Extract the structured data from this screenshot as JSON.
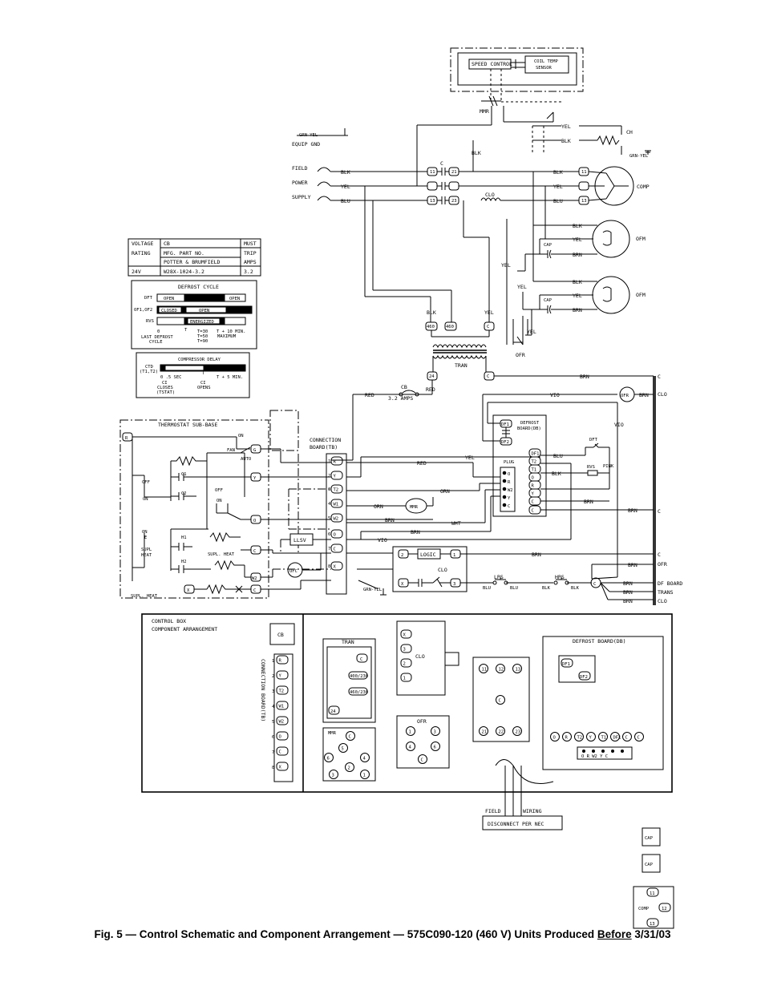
{
  "caption": {
    "prefix": "Fig. 5 — Control Schematic and Component Arrangement — 575C090-120 (460 V) Units Produced ",
    "underlined": "Before",
    "suffix": " 3/31/03"
  },
  "top": {
    "speed_control": "SPEED CONTROL",
    "coil_temp_1": "COIL TEMP",
    "coil_temp_2": "SENSOR",
    "mmr": "MMR",
    "ch": "CH",
    "grn_yel": "GRN-YEL",
    "equip_gnd": "EQUIP GND",
    "field": "FIELD",
    "power": "POWER",
    "supply": "SUPPLY",
    "comp": "COMP",
    "ofm": "OFM",
    "cap": "CAP",
    "clo": "CLO",
    "c": "C",
    "ofr": "OFR",
    "tran": "TRAN",
    "cb": "CB",
    "amps": "3.2 AMPS"
  },
  "wires": {
    "blk": "BLK",
    "yel": "YEL",
    "blu": "BLU",
    "brn": "BRN",
    "red": "RED",
    "vio": "VIO",
    "orn": "ORN",
    "wht": "WHT",
    "pink": "PINK",
    "grn_yel": "GRN-YEL"
  },
  "terminals": {
    "t11": "11",
    "t21": "21",
    "t13": "13",
    "t23": "23",
    "t460": "460",
    "t24": "24",
    "c": "C",
    "t1": "1",
    "t2": "2",
    "t3": "3",
    "t5": "5",
    "x": "X"
  },
  "cb_table": {
    "rows": [
      [
        "VOLTAGE",
        "CB",
        "MUST"
      ],
      [
        "RATING",
        "MFG. PART NO.",
        "TRIP"
      ],
      [
        "",
        "POTTER & BRUMFIELD",
        "AMPS"
      ],
      [
        "24V",
        "W28X-1024-3.2",
        "3.2"
      ]
    ]
  },
  "defrost_cycle": {
    "title": "DEFROST CYCLE",
    "dft": "DFT",
    "of": "OF1,OF2",
    "rvs": "RVS",
    "open": "OPEN",
    "closed": "CLOSED",
    "energized": "ENERGIZED",
    "zero": "0",
    "t": "T",
    "t30": "T=30",
    "t50": "T=50",
    "t90": "T=90",
    "t10": "T + 10 MIN.",
    "maximum": "MAXIMUM",
    "last_1": "LAST DEFROST",
    "last_2": "CYCLE"
  },
  "compressor_delay": {
    "title": "COMPRESSOR DELAY",
    "ctd": "CTD",
    "ctd2": "(T1,T2)",
    "zero_sec": "0   .5 SEC",
    "t": "T",
    "t5": "T + 5 MIN.",
    "cl_1": "CI",
    "cl_2": "CLOSES",
    "cl_3": "(TSTAT)",
    "opens_1": "CI",
    "opens_2": "OPENS"
  },
  "thermostat": {
    "title": "THERMOSTAT SUB-BASE",
    "r": "R",
    "fan": "FAN",
    "on": "ON",
    "auto": "AUTO",
    "g": "G",
    "off": "OFF",
    "c1": "C1",
    "c2": "C2",
    "y": "Y",
    "o": "O",
    "h1": "H1",
    "h2": "H2",
    "supl_heat": "SUPL. HEAT",
    "supl": "SUPL",
    "heat": "HEAT",
    "w2": "W2",
    "x": "X",
    "c": "C",
    "e": "E"
  },
  "connection_board": {
    "label_1": "CONNECTION",
    "label_2": "BOARD(TB)",
    "terminals": [
      "R",
      "Y",
      "T2",
      "W1",
      "W2",
      "O",
      "C",
      "X"
    ],
    "numbers": [
      "1",
      "2",
      "3",
      "4",
      "5",
      "6",
      "7",
      "8"
    ]
  },
  "misc": {
    "mmr": "MMR",
    "llsv": "LLSV",
    "ofc": "OFC",
    "logic": "LOGIC",
    "clo": "CLO",
    "lps": "LPS",
    "hps": "HPS",
    "df_board": "DF BOARD",
    "trans": "TRANS",
    "c": "C",
    "clo2": "CLO",
    "ofr": "OFR",
    "dft": "DFT",
    "rvs": "RVS",
    "plug": "PLUG",
    "defrost_board_1": "DEFROST",
    "defrost_board_2": "BOARD(DB)",
    "df1": "DF1",
    "df2": "DF2",
    "t1": "T1",
    "t2": "T2",
    "o": "O",
    "r": "R",
    "w2": "W2",
    "y": "Y",
    "blu": "BLU",
    "blk": "BLK"
  },
  "control_box": {
    "title_1": "CONTROL BOX",
    "title_2": "COMPONENT ARRANGEMENT",
    "cb": "CB",
    "cb_label": "CONNECTION BOARD(TB)",
    "tran": "TRAN",
    "v400": "400/230",
    "v460": "460/230",
    "t24": "24",
    "c": "C",
    "clo": "CLO",
    "ofr": "OFR",
    "mmr": "MMR",
    "defrost_board": "DEFROST BOARD(DB)",
    "df1": "DF1",
    "df2": "DF2",
    "plug": "O  R  W2  Y  C",
    "field": "FIELD",
    "wiring": "WIRING",
    "disconnect": "DISCONNECT PER NEC",
    "cap": "CAP",
    "comp": "COMP",
    "t11": "11",
    "t12": "12",
    "t13": "13"
  }
}
